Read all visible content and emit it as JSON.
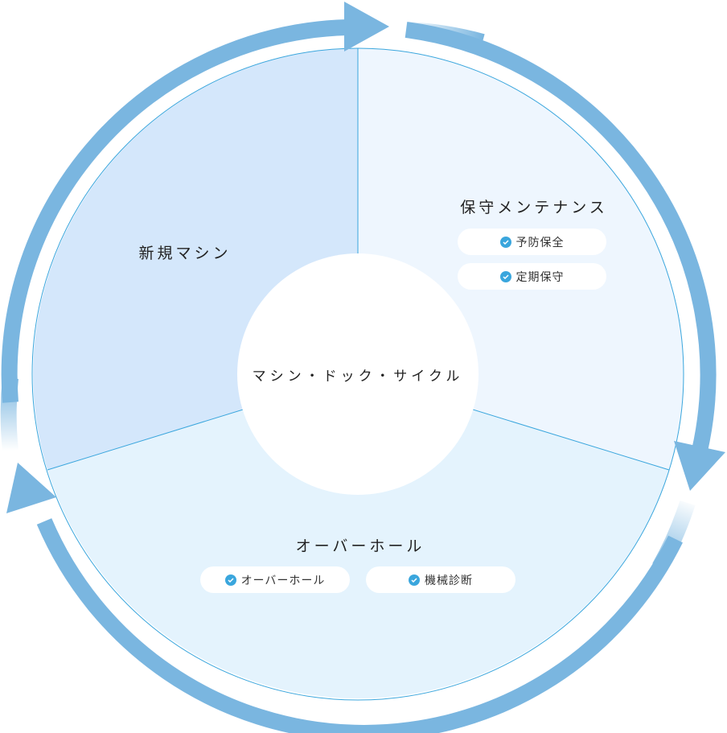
{
  "title": "マシン・ドック・サイクル",
  "colors": {
    "arrow": "#7ab6e0",
    "section_new": "#d4e7fb",
    "section_maintenance": "#eef6fe",
    "section_overhaul": "#e4f3fd",
    "divider": "#3aa6dd",
    "check": "#3aa6dd"
  },
  "sections": [
    {
      "name": "新規マシン",
      "items": []
    },
    {
      "name": "保守メンテナンス",
      "items": [
        "予防保全",
        "定期保守"
      ]
    },
    {
      "name": "オーバーホール",
      "items": [
        "オーバーホール",
        "機械診断"
      ]
    }
  ]
}
